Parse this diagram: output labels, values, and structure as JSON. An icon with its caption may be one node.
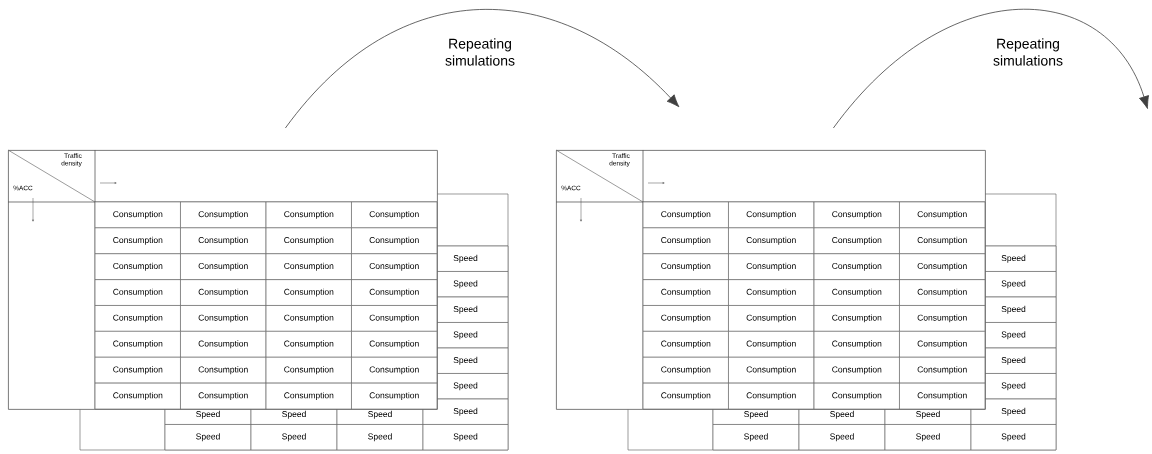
{
  "diagram": {
    "nodes": [
      {
        "text": [
          "Traffic density",
          "%ACC"
        ]
      },
      {
        "text": [
          "Traffic density",
          "%ACC"
        ]
      }
    ],
    "edges": [
      {
        "from": 0,
        "to": 1,
        "arrow": "to",
        "label": "Repeating simulations"
      },
      {
        "from": 1,
        "to": null,
        "arrow": "to",
        "label": "Repeating simulations"
      }
    ],
    "labels": [
      "Consumption",
      "Consumption",
      "Consumption",
      "Consumption",
      "Consumption",
      "Consumption",
      "Consumption",
      "Consumption",
      "Consumption",
      "Consumption",
      "Consumption",
      "Consumption",
      "Consumption",
      "Consumption",
      "Consumption",
      "Consumption",
      "Consumption",
      "Consumption",
      "Consumption",
      "Consumption",
      "Consumption",
      "Consumption",
      "Consumption",
      "Consumption",
      "Consumption",
      "Consumption",
      "Consumption",
      "Consumption",
      "Consumption",
      "Consumption",
      "Consumption",
      "Consumption",
      "Speed",
      "Speed",
      "Speed",
      "Speed",
      "Speed",
      "Speed",
      "Speed",
      "Speed",
      "Speed",
      "Speed",
      "Speed",
      "Speed",
      "Speed",
      "Speed",
      "Consumption",
      "Consumption",
      "Consumption",
      "Consumption",
      "Consumption",
      "Consumption",
      "Consumption",
      "Consumption",
      "Consumption",
      "Consumption",
      "Consumption",
      "Consumption",
      "Consumption",
      "Consumption",
      "Consumption",
      "Consumption",
      "Consumption",
      "Consumption",
      "Consumption",
      "Consumption",
      "Consumption",
      "Consumption",
      "Consumption",
      "Consumption",
      "Consumption",
      "Consumption",
      "Consumption",
      "Consumption",
      "Consumption",
      "Consumption",
      "Consumption",
      "Consumption",
      "Speed",
      "Speed",
      "Speed",
      "Speed",
      "Speed",
      "Speed",
      "Speed",
      "Speed",
      "Speed",
      "Speed",
      "Speed",
      "Speed",
      "Speed",
      "Speed"
    ]
  }
}
